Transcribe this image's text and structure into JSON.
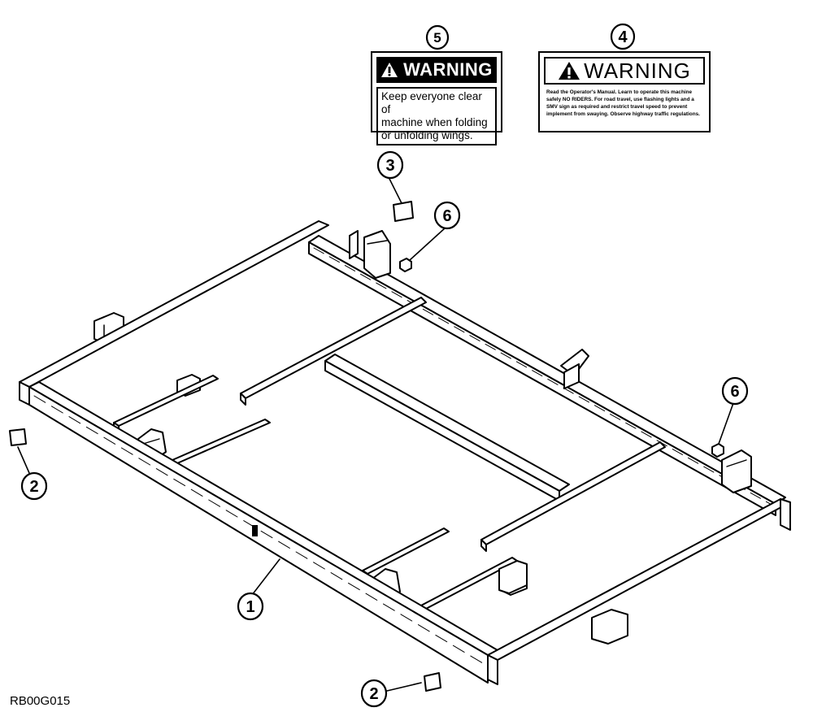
{
  "figure_code": "RB00G015",
  "decal_5": {
    "heading": "WARNING",
    "lines": [
      "Keep everyone clear of",
      "machine when folding",
      "or unfolding wings."
    ]
  },
  "decal_4": {
    "heading": "WARNING",
    "lines": [
      "Read the Operator's Manual. Learn to operate this machine",
      "safely NO RIDERS. For road travel, use flashing lights and a",
      "SMV sign as required and restrict travel speed to prevent",
      "implement from swaying. Observe highway traffic regulations."
    ]
  },
  "callouts": {
    "c1": "1",
    "c2_left": "2",
    "c2_bottom": "2",
    "c3": "3",
    "c4": "4",
    "c5": "5",
    "c6_top": "6",
    "c6_right": "6"
  },
  "colors": {
    "ink": "#000000",
    "paper": "#ffffff"
  }
}
